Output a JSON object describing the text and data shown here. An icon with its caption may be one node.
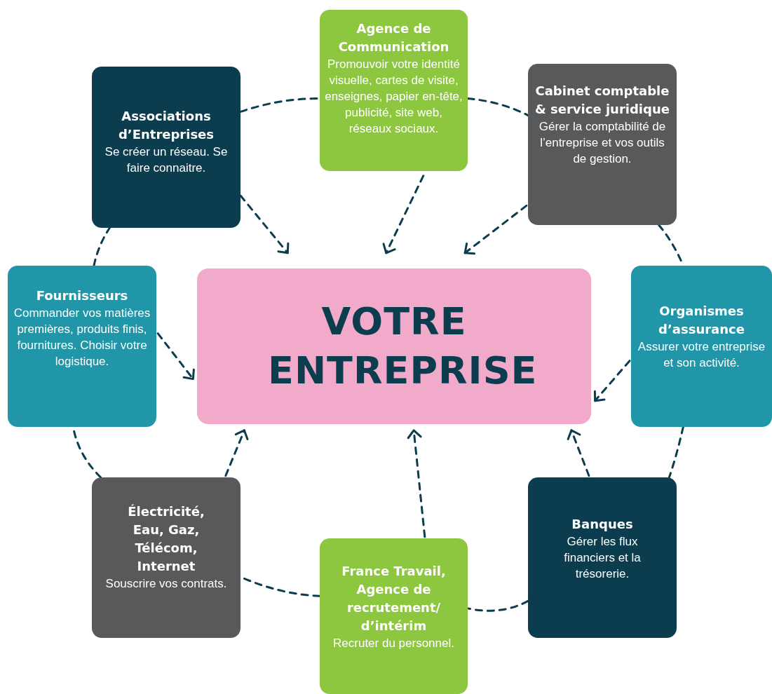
{
  "diagram": {
    "nodes": [
      {
        "text": [
          "Agence de Communication",
          "Promouvoir votre identité visuelle, cartes de visite, enseignes, papier en-tête, publicité, site web, réseaux sociaux."
        ]
      },
      {
        "text": [
          "Associations d’Entreprises",
          "Se créer un réseau. Se faire connaitre."
        ]
      },
      {
        "text": [
          "Cabinet comptable & service juridique",
          "Gérer la comptabilité de l’entreprise et vos outils de gestion."
        ]
      },
      {
        "text": [
          "Fournisseurs",
          "Commander vos matières premières, produits finis, fournitures. Choisir votre logistique."
        ]
      },
      {
        "text": [
          "VOTRE ENTREPRISE"
        ]
      },
      {
        "text": [
          "Organismes d’assurance",
          "Assurer votre entreprise et son activité."
        ]
      },
      {
        "text": [
          "Électricité, Eau, Gaz, Télécom, Internet",
          "Souscrire vos contrats."
        ]
      },
      {
        "text": [
          "Banques",
          "Gérer les flux financiers et la trésorerie."
        ]
      },
      {
        "text": [
          "France Travail, Agence de recrutement/ d’intérim",
          "Recruter du personnel."
        ]
      }
    ],
    "edges": [
      {
        "from": 1,
        "to": 4,
        "arrow": "to",
        "style": "dashed"
      },
      {
        "from": 0,
        "to": 4,
        "arrow": "to",
        "style": "dashed"
      },
      {
        "from": 2,
        "to": 4,
        "arrow": "to",
        "style": "dashed"
      },
      {
        "from": 3,
        "to": 4,
        "arrow": "to",
        "style": "dashed"
      },
      {
        "from": 5,
        "to": 4,
        "arrow": "to",
        "style": "dashed"
      },
      {
        "from": 6,
        "to": 4,
        "arrow": "to",
        "style": "dashed"
      },
      {
        "from": 8,
        "to": 4,
        "arrow": "to",
        "style": "dashed"
      },
      {
        "from": 7,
        "to": 4,
        "arrow": "to",
        "style": "dashed"
      },
      {
        "from": 1,
        "to": 0,
        "arrow": "none",
        "style": "dashed"
      },
      {
        "from": 0,
        "to": 2,
        "arrow": "none",
        "style": "dashed"
      },
      {
        "from": 2,
        "to": 5,
        "arrow": "none",
        "style": "dashed"
      },
      {
        "from": 5,
        "to": 7,
        "arrow": "none",
        "style": "dashed"
      },
      {
        "from": 7,
        "to": 8,
        "arrow": "none",
        "style": "dashed"
      },
      {
        "from": 8,
        "to": 6,
        "arrow": "none",
        "style": "dashed"
      },
      {
        "from": 6,
        "to": 3,
        "arrow": "none",
        "style": "dashed"
      },
      {
        "from": 3,
        "to": 1,
        "arrow": "none",
        "style": "dashed"
      }
    ]
  }
}
